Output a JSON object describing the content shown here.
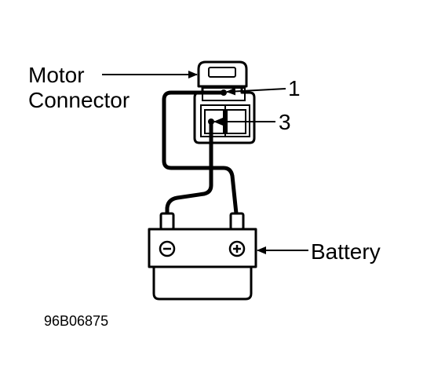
{
  "labels": {
    "motor_line1": "Motor",
    "motor_line2": "Connector",
    "pin1": "1",
    "pin3": "3",
    "battery": "Battery",
    "figure_code": "96B06875"
  },
  "battery_terminals": {
    "negative_symbol": "minus-sign",
    "positive_symbol": "plus-sign"
  },
  "colors": {
    "ink": "#000000",
    "background": "#ffffff"
  }
}
